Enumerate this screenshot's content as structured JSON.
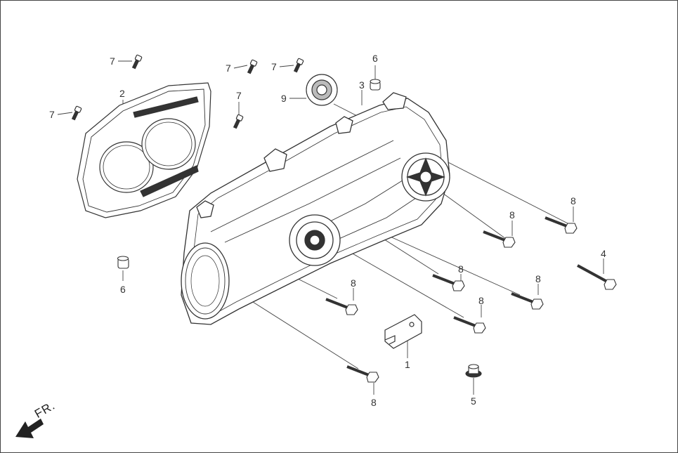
{
  "diagram": {
    "callouts": {
      "c1": "1",
      "c2": "2",
      "c3": "3",
      "c4": "4",
      "c5": "5",
      "c6a": "6",
      "c6b": "6",
      "c7a": "7",
      "c7b": "7",
      "c7c": "7",
      "c7d": "7",
      "c7e": "7",
      "c8a": "8",
      "c8b": "8",
      "c8c": "8",
      "c8d": "8",
      "c8e": "8",
      "c8f": "8",
      "c8g": "8",
      "c9": "9"
    },
    "direction_label": "FR."
  },
  "colors": {
    "line": "#333333",
    "fill": "#ffffff",
    "shade": "#dcdcdc"
  }
}
